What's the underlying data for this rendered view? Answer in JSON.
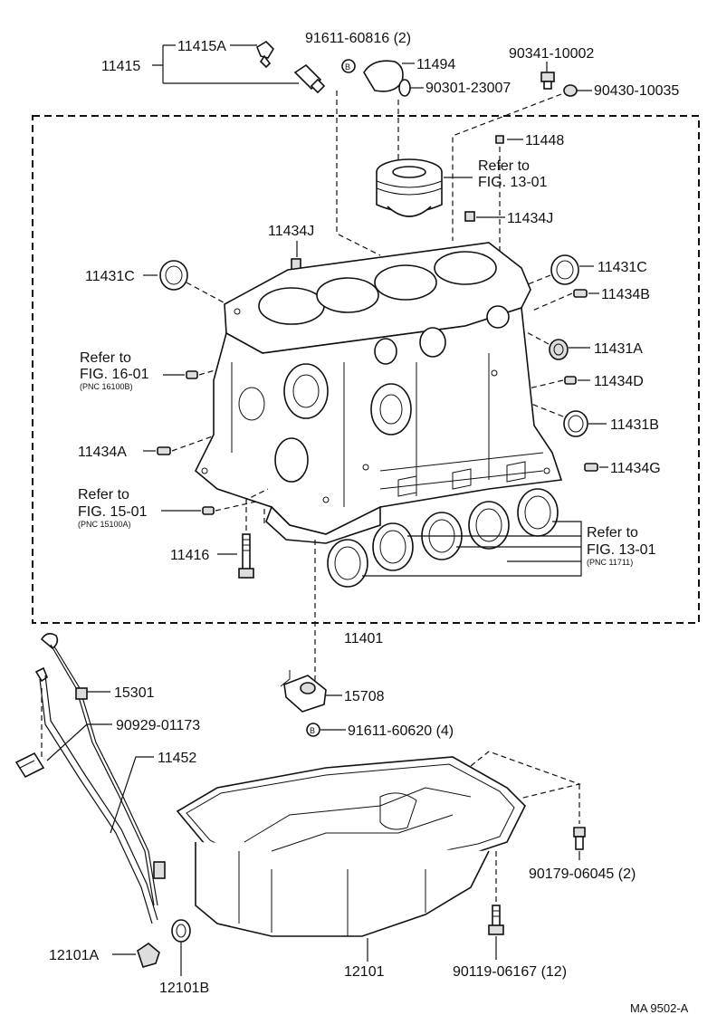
{
  "labels": {
    "p11415": "11415",
    "p11415A": "11415A",
    "p91611_60816": "91611-60816 (2)",
    "p11494": "11494",
    "p90301_23007": "90301-23007",
    "p90341_10002": "90341-10002",
    "p90430_10035": "90430-10035",
    "p11448": "11448",
    "refer_piston_1": "Refer to",
    "refer_piston_2": "FIG. 13-01",
    "p11434J_a": "11434J",
    "p11434J_b": "11434J",
    "p11431C_left": "11431C",
    "p11431C_right": "11431C",
    "p11434B": "11434B",
    "p11431A": "11431A",
    "p11434D": "11434D",
    "p11431B": "11431B",
    "p11434G": "11434G",
    "p11434A": "11434A",
    "refer16_1": "Refer to",
    "refer16_2": "FIG. 16-01",
    "refer16_3": "(PNC 16100B)",
    "refer15_1": "Refer to",
    "refer15_2": "FIG. 15-01",
    "refer15_3": "(PNC 15100A)",
    "refer13_1": "Refer to",
    "refer13_2": "FIG. 13-01",
    "refer13_3": "(PNC 11711)",
    "p11416": "11416",
    "p11401": "11401",
    "p15301": "15301",
    "p90929_01173": "90929-01173",
    "p11452": "11452",
    "p15708": "15708",
    "p91611_60620": "91611-60620 (4)",
    "p90179_06045": "90179-06045 (2)",
    "p12101A": "12101A",
    "p12101B": "12101B",
    "p12101": "12101",
    "p90119_06167": "90119-06167 (12)",
    "bolt_symbol_1": "B",
    "bolt_symbol_2": "B",
    "footer": "MA  9502-A"
  }
}
